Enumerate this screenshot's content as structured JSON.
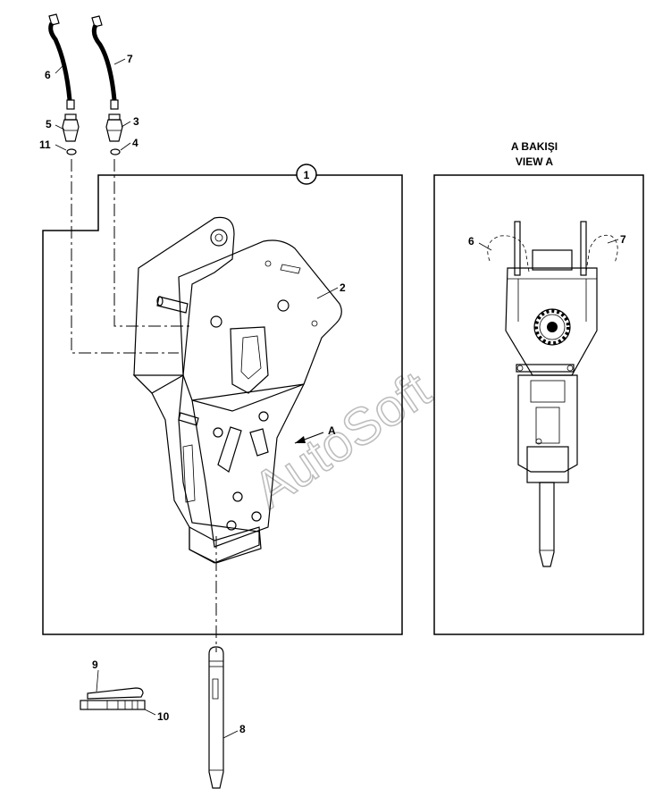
{
  "diagram": {
    "view_title_tr": "A BAKIŞI",
    "view_title_en": "VIEW A",
    "view_arrow_label": "A",
    "watermark": "AutoSoft",
    "callouts": {
      "c1": "1",
      "c2": "2",
      "c3": "3",
      "c4": "4",
      "c5": "5",
      "c6": "6",
      "c7": "7",
      "c8": "8",
      "c9": "9",
      "c10": "10",
      "c11": "11",
      "v6": "6",
      "v7": "7"
    }
  }
}
